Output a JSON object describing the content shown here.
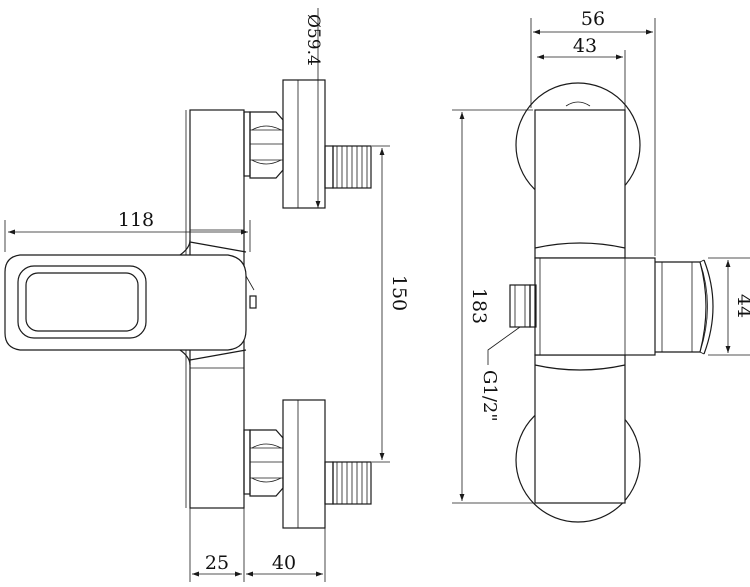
{
  "dimensions": {
    "d_118": "118",
    "d_diameter": "Ø59.4",
    "d_150": "150",
    "d_25": "25",
    "d_40": "40",
    "d_56": "56",
    "d_43": "43",
    "d_183": "183",
    "d_44": "44",
    "thread": "G1/2\""
  }
}
